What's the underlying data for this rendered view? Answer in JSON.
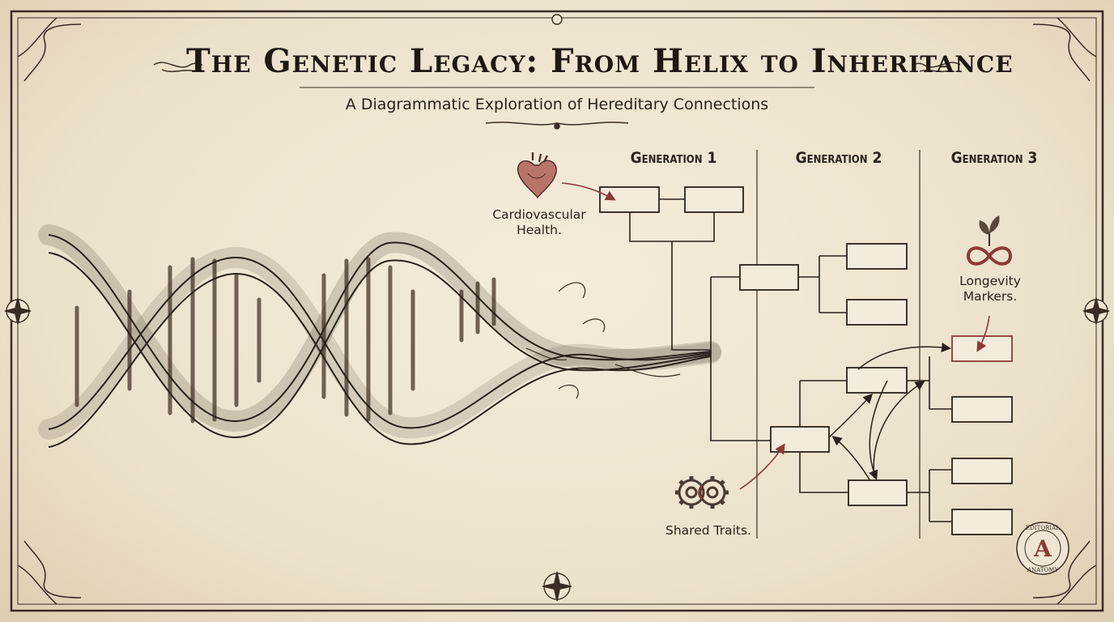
{
  "title": "The Genetic Legacy: From Helix to Inheritance",
  "subtitle": "A Diagrammatic Exploration of Hereditary Connections",
  "generations": [
    {
      "label": "Generation 1"
    },
    {
      "label": "Generation 2"
    },
    {
      "label": "Generation 3"
    }
  ],
  "annotations": {
    "cardio": "Cardiovascular Health.",
    "longevity": "Longevity Markers.",
    "shared": "Shared Traits."
  },
  "icons": {
    "cardio": "heart-icon",
    "longevity": "sprout-infinity-icon",
    "shared": "interlocking-gears-icon"
  },
  "badge": {
    "top_text": "EDITORIAL",
    "letter": "A",
    "bottom_text": "ANATOMY"
  },
  "colors": {
    "ink": "#2a211a",
    "accent_red": "#8c3a36",
    "parchment": "#efe5d2"
  }
}
